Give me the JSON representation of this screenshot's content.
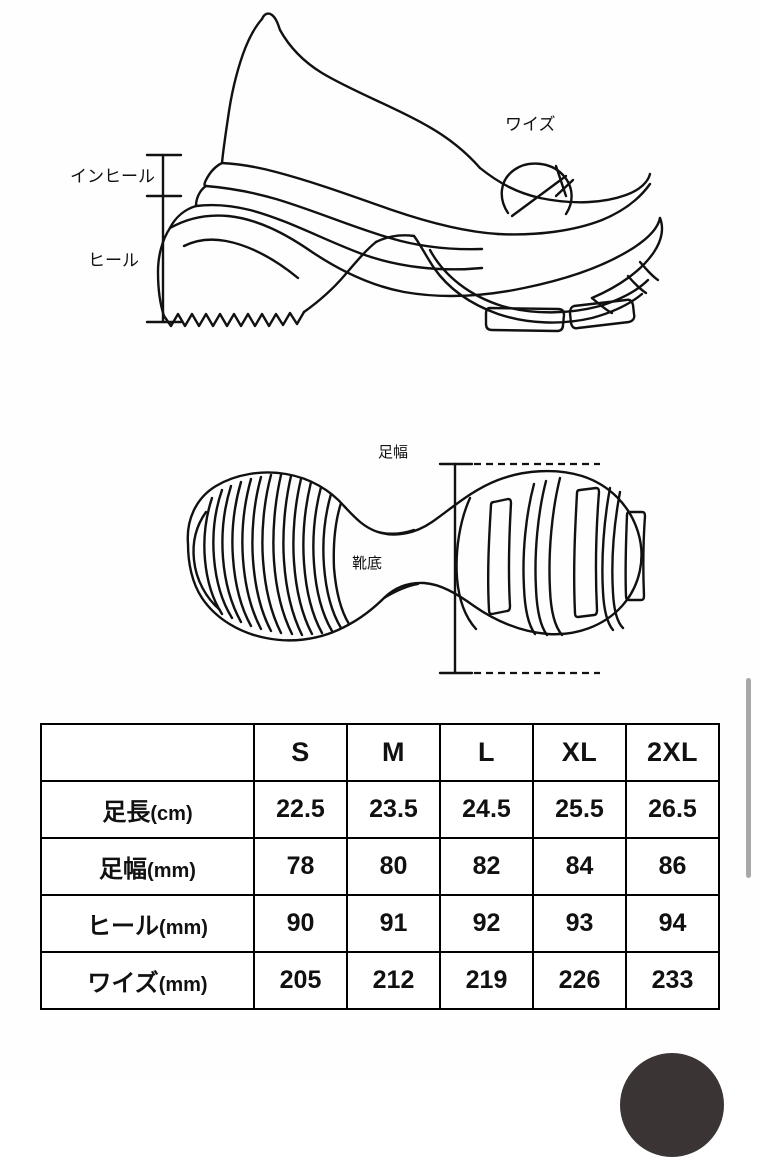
{
  "page": {
    "background_color": "#fffefe",
    "ink_color": "#111111"
  },
  "side_view": {
    "name": "shoe-side-view",
    "labels": {
      "in_heel": "インヒール",
      "heel": "ヒール",
      "wise": "ワイズ"
    }
  },
  "sole_view": {
    "name": "shoe-sole-view",
    "labels": {
      "foot_width": "足幅",
      "sole": "靴底"
    }
  },
  "size_table": {
    "corner_label": "",
    "columns": [
      "S",
      "M",
      "L",
      "XL",
      "2XL"
    ],
    "rows": [
      {
        "label": "足長",
        "unit": "(cm)",
        "values": [
          "22.5",
          "23.5",
          "24.5",
          "25.5",
          "26.5"
        ]
      },
      {
        "label": "足幅",
        "unit": "(mm)",
        "values": [
          "78",
          "80",
          "82",
          "84",
          "86"
        ]
      },
      {
        "label": "ヒール",
        "unit": "(mm)",
        "values": [
          "90",
          "91",
          "92",
          "93",
          "94"
        ]
      },
      {
        "label": "ワイズ",
        "unit": "(mm)",
        "values": [
          "205",
          "212",
          "219",
          "226",
          "233"
        ]
      }
    ]
  },
  "scrollbar": {
    "color": "#a8a8a8"
  },
  "fab": {
    "color": "#3a3434"
  }
}
